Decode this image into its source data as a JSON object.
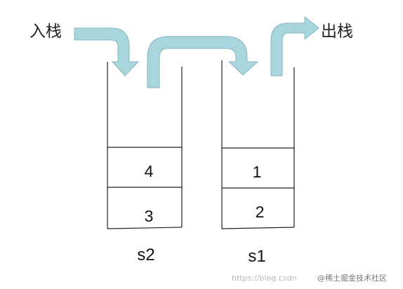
{
  "labels": {
    "push": "入栈",
    "pop": "出栈"
  },
  "stacks": {
    "s2": {
      "name": "s2",
      "cells": [
        "4",
        "3"
      ]
    },
    "s1": {
      "name": "s1",
      "cells": [
        "1",
        "2"
      ]
    }
  },
  "watermark": {
    "url": "https://blog.csdn",
    "brand": "@稀土掘金技术社区"
  },
  "colors": {
    "arrow_fill": "#a9d6dc",
    "arrow_stroke": "#84b6bf",
    "line": "#222222"
  }
}
